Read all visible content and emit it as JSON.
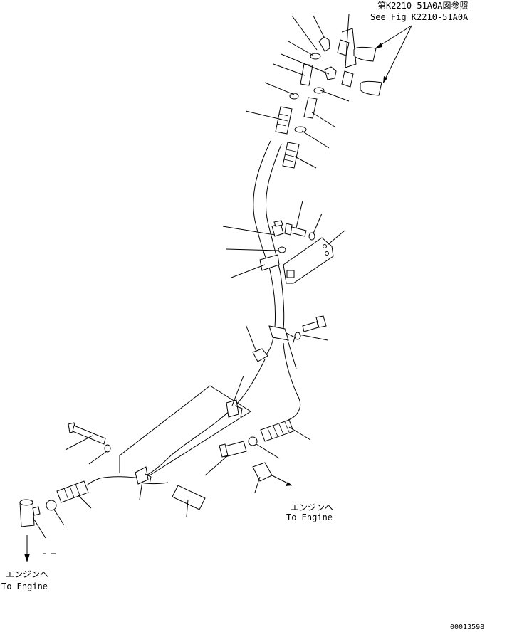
{
  "reference": {
    "japanese": "第K2210-51A0A図参照",
    "english": "See Fig K2210-51A0A"
  },
  "outlets": {
    "right": {
      "japanese": "エンジンへ",
      "english": "To Engine"
    },
    "left": {
      "japanese": "エンジンへ",
      "english": "To Engine"
    }
  },
  "drawing_number": "00013598"
}
